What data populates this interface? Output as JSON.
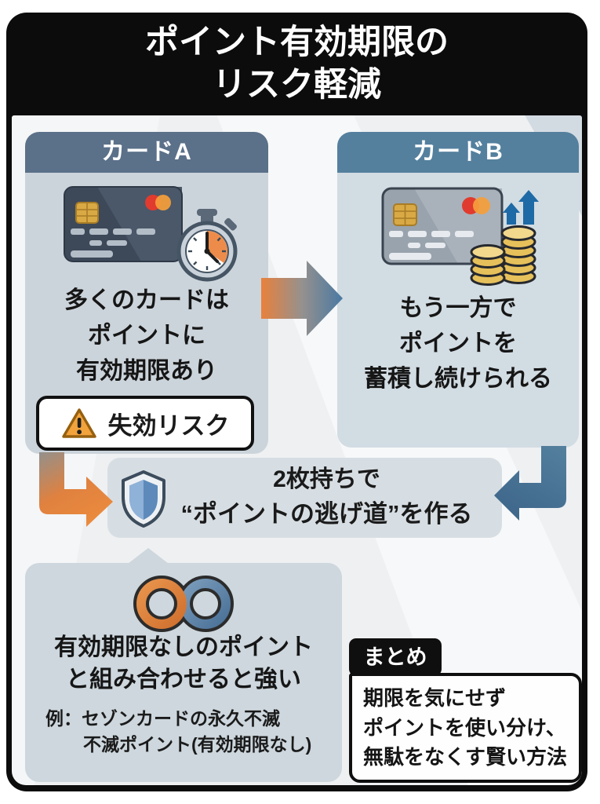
{
  "header": {
    "title_lines": [
      "ポイント有効期限の",
      "リスク軽減"
    ]
  },
  "card_a": {
    "header": "カードA",
    "body_lines": [
      "多くのカードは",
      "ポイントに",
      "有効期限あり"
    ],
    "risk_badge": "失効リスク"
  },
  "card_b": {
    "header": "カードB",
    "body_lines": [
      "もう一方で",
      "ポイントを",
      "蓄積し続けられる"
    ]
  },
  "strategy": {
    "lines": [
      "2枚持ちで",
      "“ポイントの逃げ道”を作る"
    ]
  },
  "combo": {
    "lines": [
      "有効期限なしのポイント",
      "と組み合わせると強い"
    ],
    "example_lines": [
      "例：セゾンカードの永久不滅",
      "不滅ポイント(有効期限なし)"
    ]
  },
  "summary": {
    "tab": "まとめ",
    "lines": [
      "期限を気にせず",
      "ポイントを使い分け、",
      "無駄をなくす賢い方法"
    ]
  },
  "icons": {
    "card_a": "credit-card-with-stopwatch",
    "card_b": "credit-card-with-coins-and-up-arrows",
    "badge": "warning-triangle",
    "strategy": "shield",
    "combo": "infinity-loop",
    "flow": [
      "arrow-right-gradient",
      "elbow-arrow-orange",
      "elbow-arrow-blue"
    ]
  },
  "colors": {
    "frame": "#0c0c0c",
    "content_bg": "#eef0f2",
    "card_a_header": "#5b7089",
    "card_a_body": "#ccd4db",
    "card_b_header": "#54809e",
    "card_b_body": "#d2dce3",
    "strategy_bg": "#d7dee3",
    "combo_bg": "#cdd7dd",
    "accent_orange": "#e8823c",
    "accent_blue": "#4e7ea6",
    "coin_gold": "#e6c05a",
    "warning_orange": "#f2a33c"
  }
}
